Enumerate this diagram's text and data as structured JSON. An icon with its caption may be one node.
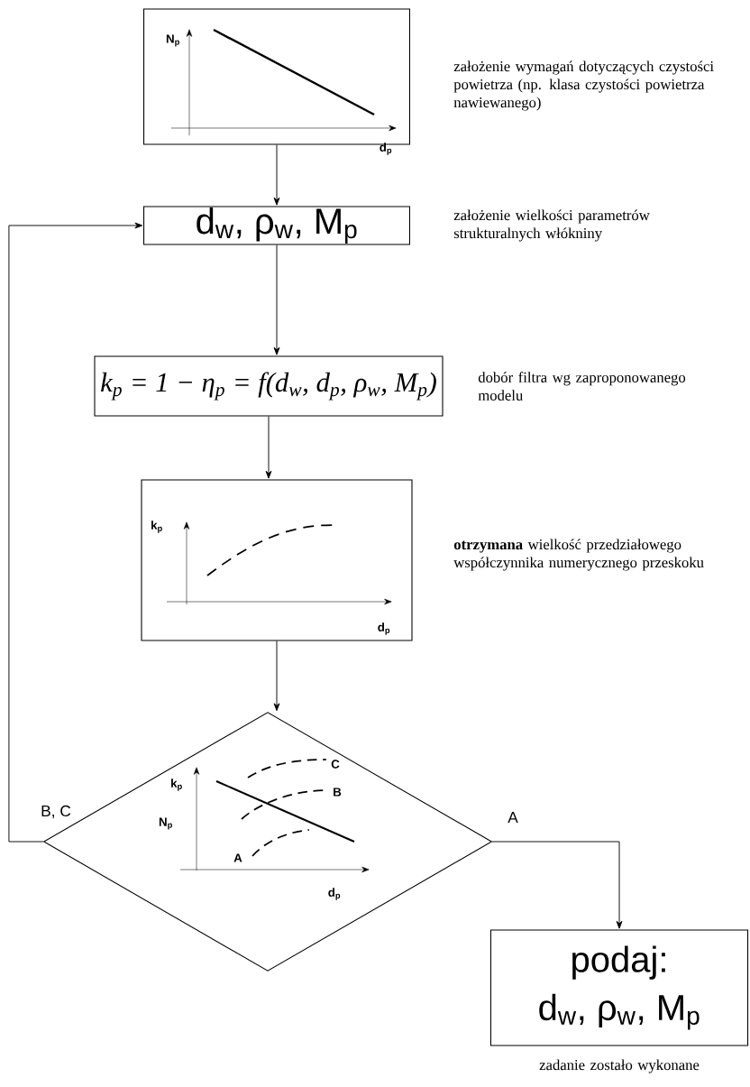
{
  "diagram": {
    "nodes": [
      {
        "text": [
          "N$_{p}$",
          "d$_{p}$"
        ],
        "beside": [
          "założenie wymagań dotyczących czystości powietrza (np. klasa czystości powietrza nawiewanego)"
        ]
      },
      {
        "text": [
          "d$_{w}$, ρ$_{w}$, M$_{p}$"
        ],
        "beside": [
          "założenie wielkości parametrów strukturalnych włókniny"
        ]
      },
      {
        "text": [
          "k$_{p}$ = 1 − η$_{p}$ = f(d$_{w}$, d$_{p}$, ρ$_{w}$, M$_{p}$)"
        ],
        "beside": [
          "dobór filtra wg zaproponowanego modelu"
        ]
      },
      {
        "text": [
          "k$_{p}$",
          "d$_{p}$"
        ],
        "beside": [
          "**otrzymana** wielkość przedziałowego współczynnika numerycznego przeskoku"
        ]
      },
      {
        "text": [
          "k$_{p}$",
          "N$_{p}$",
          "C",
          "B",
          "A",
          "d$_{p}$"
        ]
      },
      {
        "text": [
          "podaj:",
          "d$_{w}$, ρ$_{w}$, M$_{p}$"
        ],
        "beside": [
          "zadanie zostało wykonane"
        ]
      }
    ],
    "edges": [
      {
        "from": 0,
        "to": 1,
        "arrow": "to"
      },
      {
        "from": 1,
        "to": 2,
        "arrow": "to"
      },
      {
        "from": 2,
        "to": 3,
        "arrow": "to"
      },
      {
        "from": 3,
        "to": 4,
        "arrow": "to"
      },
      {
        "from": 4,
        "to": 1,
        "arrow": "to",
        "label": "B, C"
      },
      {
        "from": 4,
        "to": 5,
        "arrow": "to",
        "label": "A"
      }
    ]
  }
}
